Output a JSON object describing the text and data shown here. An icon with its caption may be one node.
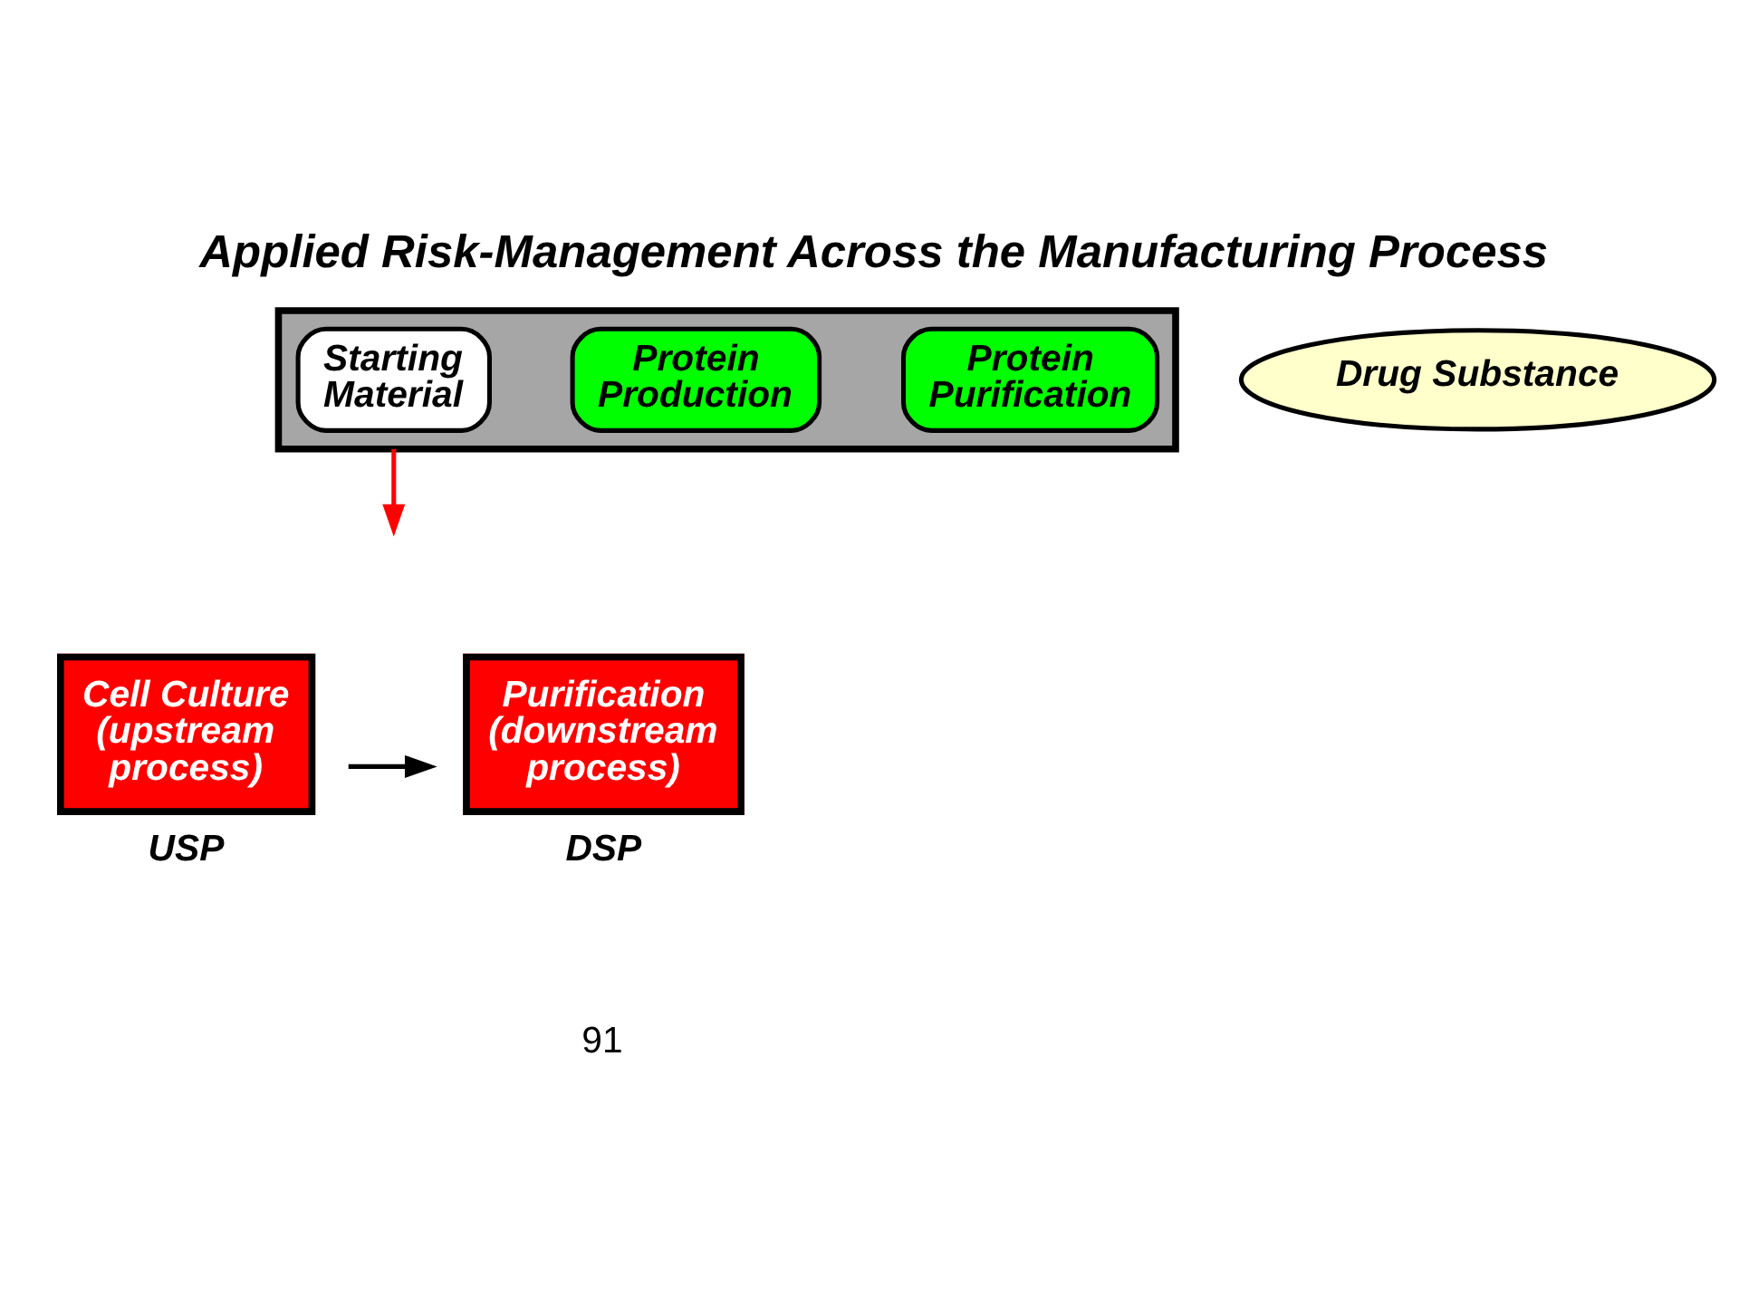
{
  "diagram": {
    "title": "Applied Risk-Management Across the Manufacturing Process",
    "nodes": [
      {
        "text": [],
        "shape": "arrow"
      },
      {
        "text": [
          "Starting Material"
        ],
        "in": 0
      },
      {
        "text": [
          "Protein Production"
        ],
        "in": 0
      },
      {
        "text": [
          "Protein Purification"
        ],
        "in": 0
      },
      {
        "text": [
          "Drug Substance"
        ]
      },
      {
        "text": [
          "Cell Culture (upstream process)"
        ],
        "beside": [
          "USP"
        ]
      },
      {
        "text": [
          "Purification (downstream process)"
        ],
        "beside": [
          "DSP"
        ]
      }
    ],
    "edges": [
      {
        "from": 0,
        "to": null,
        "arrow": "to",
        "color": "#ff0000"
      },
      {
        "from": 5,
        "to": 6,
        "arrow": "to",
        "color": "#000000"
      }
    ],
    "labels": [
      "91"
    ]
  }
}
